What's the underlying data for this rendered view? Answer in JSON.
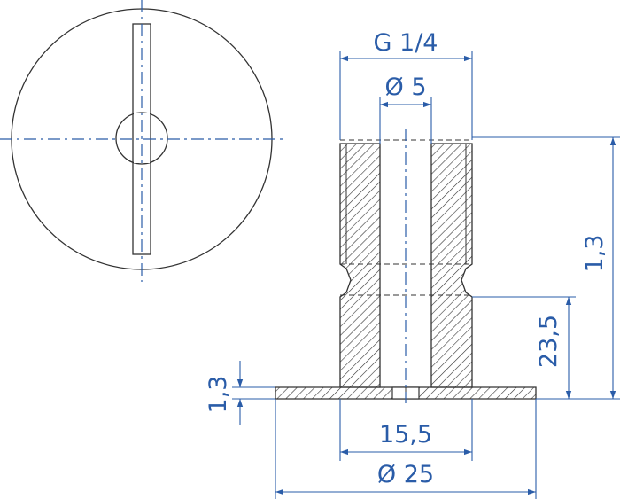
{
  "colors": {
    "dimension": "#2a5ca8",
    "outline": "#333333",
    "background": "#ffffff"
  },
  "dimensions": {
    "thread": "G 1/4",
    "bore_diameter": "Ø 5",
    "total_height": "1,3",
    "body_height": "23,5",
    "flange_thickness": "1,3",
    "body_diameter": "15,5",
    "flange_diameter": "Ø 25"
  }
}
